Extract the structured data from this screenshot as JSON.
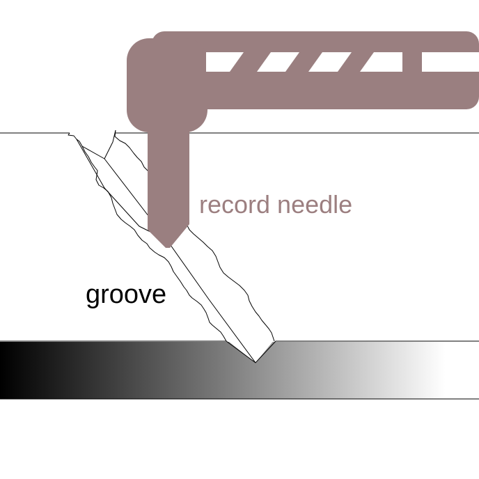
{
  "diagram": {
    "needle_label": "record needle",
    "groove_label": "groove",
    "colors": {
      "needle": "#9a7f80",
      "gradient_dark": "#000000",
      "gradient_light": "#ffffff",
      "outline": "#000000",
      "background": "#ffffff"
    },
    "icons": [
      "record-needle-arm",
      "groove-v-cut",
      "record-surface-gradient"
    ]
  }
}
